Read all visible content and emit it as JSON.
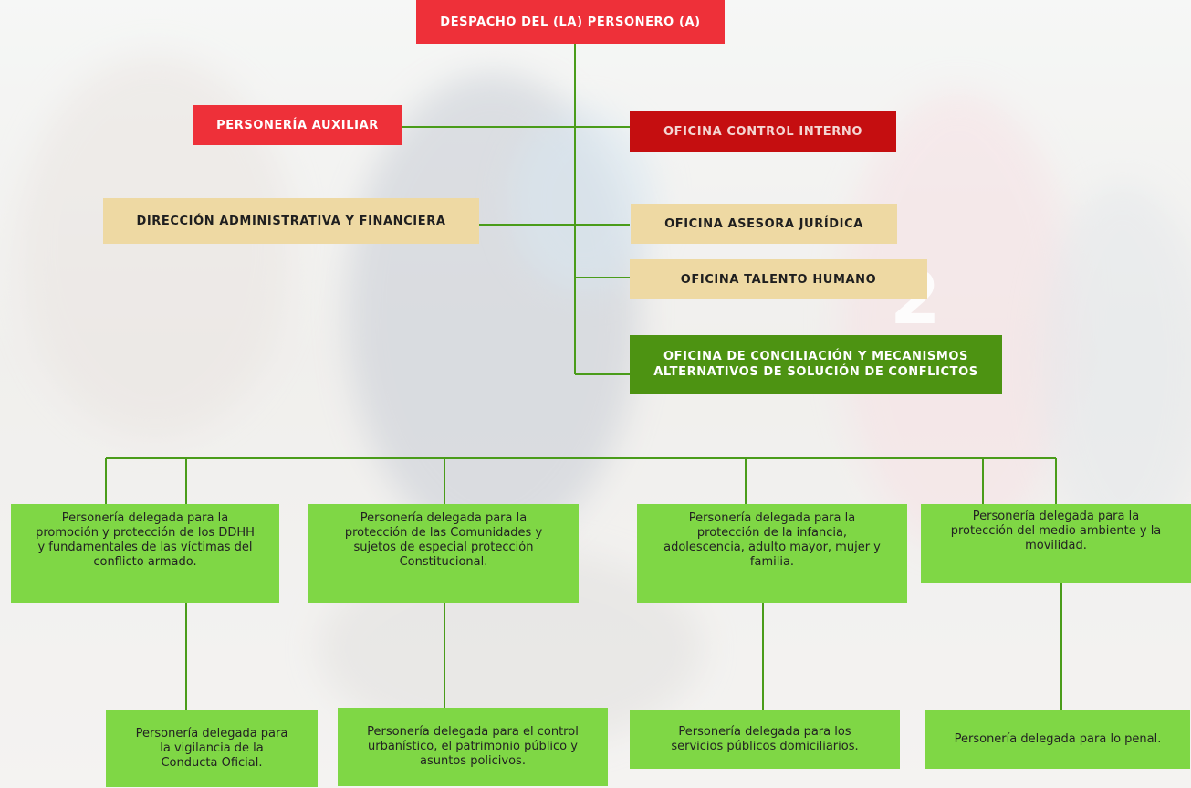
{
  "colors": {
    "red": "#ee3039",
    "dark_red": "#c50e10",
    "tan": "#eed9a3",
    "dark_green": "#4d9312",
    "light_green": "#7fd745",
    "connector": "#4a9c1a"
  },
  "top": {
    "despacho": "DESPACHO DEL (LA) PERSONERO (A)",
    "personeria_auxiliar": "PERSONERÍA AUXILIAR",
    "control_interno": "OFICINA CONTROL INTERNO",
    "direccion_admin": "DIRECCIÓN ADMINISTRATIVA Y FINANCIERA",
    "asesora_juridica": "OFICINA ASESORA JURÍDICA",
    "talento_humano": "OFICINA TALENTO HUMANO",
    "conciliacion": "OFICINA DE CONCILIACIÓN Y MECANISMOS\nALTERNATIVOS DE  SOLUCIÓN DE CONFLICTOS"
  },
  "delegadas": [
    "Personería delegada para la\npromoción y protección de los DDHH\ny fundamentales de las víctimas del\nconflicto armado.",
    "Personería delegada para la\nprotección de las Comunidades  y\nsujetos de especial protección\nConstitucional.",
    "Personería delegada para la\nprotección de la infancia,\nadolescencia, adulto mayor, mujer y\nfamilia.",
    "Personería delegada para la\nprotección del medio ambiente y la\nmovilidad."
  ],
  "delegadas_bottom": [
    "Personería delegada para\nla  vigilancia de la\nConducta Oficial.",
    "Personería delegada para el control\nurbanístico, el patrimonio público y\nasuntos policivos.",
    "Personería delegada para los\nservicios públicos domiciliarios.",
    "Personería delegada para lo penal."
  ]
}
